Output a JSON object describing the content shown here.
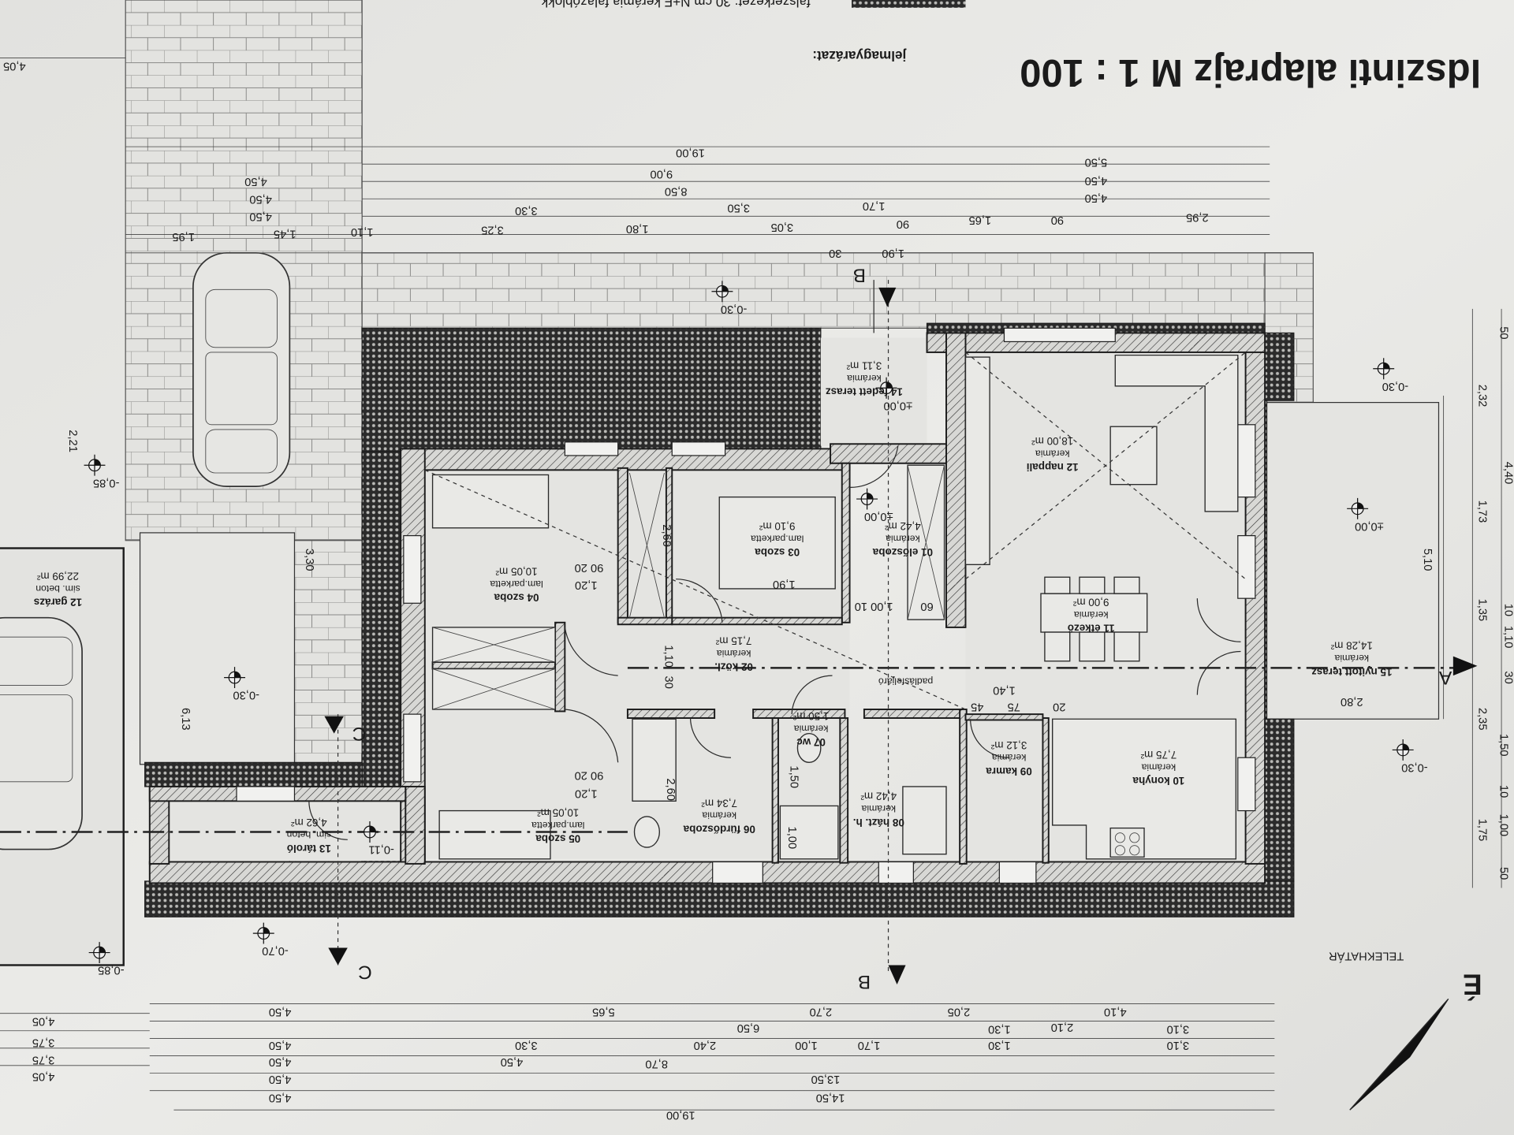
{
  "title": "ldszinti alaprajz M 1 : 100",
  "legend": {
    "heading": "jelmagyarázat:",
    "wall": "falszerkezet: 30 cm N+F kerámia falazóblokk"
  },
  "rooms": [
    {
      "name": "01 előszoba",
      "floor": "kerámia",
      "area": "4,42 m²"
    },
    {
      "name": "02 közl.",
      "floor": "kerámia",
      "area": "7,15 m²"
    },
    {
      "name": "03 szoba",
      "floor": "lam.parketta",
      "area": "9,10 m²"
    },
    {
      "name": "04 szoba",
      "floor": "lam.parketta",
      "area": "10,05 m²"
    },
    {
      "name": "05 szoba",
      "floor": "lam.parketta",
      "area": "10,05 m²"
    },
    {
      "name": "06 fürdőszoba",
      "floor": "kerámia",
      "area": "7,34 m²"
    },
    {
      "name": "07 wc",
      "floor": "kerámia",
      "area": "1,50 m²"
    },
    {
      "name": "08 házt. h.",
      "floor": "kerámia",
      "area": "4,42 m²"
    },
    {
      "name": "09 kamra",
      "floor": "kerámia",
      "area": "3,12 m²"
    },
    {
      "name": "10 konyha",
      "floor": "kerámia",
      "area": "7,75 m²"
    },
    {
      "name": "11 étkező",
      "floor": "kerámia",
      "area": "9,00 m²"
    },
    {
      "name": "12 nappali",
      "floor": "kerámia",
      "area": "18,00 m²"
    },
    {
      "name": "12 garázs",
      "floor": "sim. beton",
      "area": "22,99 m²"
    },
    {
      "name": "13 tároló",
      "floor": "sim. beton",
      "area": "4,62 m²"
    },
    {
      "name": "14 fedett terasz",
      "floor": "kerámia",
      "area": "3,11 m²"
    },
    {
      "name": "15 nyitott terasz",
      "floor": "kerámia",
      "area": "14,28 m²"
    }
  ],
  "dims": {
    "top": [
      "19,00",
      "5,50",
      "9,00",
      "4,50",
      "8,50",
      "4,50",
      "3,30",
      "3,50",
      "1,70",
      "2,95",
      "90",
      "1,65",
      "90",
      "3,05",
      "1,80",
      "3,25",
      "1,90",
      "30",
      "1,10",
      "1,45",
      "1,95",
      "4,50",
      "4,50",
      "4,50",
      "4,05"
    ],
    "bottom": [
      "19,00",
      "14,50",
      "13,50",
      "4,50",
      "8,70",
      "4,50",
      "4,50",
      "4,50",
      "4,50",
      "4,50",
      "4,05",
      "3,75",
      "3,75",
      "4,05",
      "5,65",
      "2,70",
      "4,10",
      "2,05",
      "6,50",
      "2,10",
      "3,10",
      "3,10",
      "3,30",
      "2,40",
      "1,00",
      "1,70",
      "1,30",
      "1,30"
    ],
    "right": [
      "50",
      "2,32",
      "4,40",
      "1,73",
      "5,10",
      "1,35",
      "10",
      "1,10",
      "30",
      "2,35",
      "1,50",
      "10",
      "1,00",
      "1,75",
      "50",
      "2,80"
    ],
    "inner": [
      "2,60",
      "1,90",
      "90 20",
      "1,20",
      "90 20",
      "1,20",
      "1,10",
      "30",
      "1,00 10",
      "60",
      "1,40",
      "45",
      "75",
      "20",
      "6,13",
      "3,30",
      "2,21",
      "2,60",
      "1,50",
      "1,00"
    ]
  },
  "levels": [
    "-0,30",
    "-0,30",
    "±0,00",
    "±0,00",
    "±0,00",
    "-0,30",
    "-0,85",
    "-0,30",
    "-0,11",
    "-0,85",
    "-0,70"
  ],
  "sections": [
    "A",
    "B",
    "B",
    "C",
    "C"
  ],
  "misc": {
    "attic_access": "padlásfeljáró",
    "boundary": "TELEKHATÁR",
    "north": "É"
  }
}
